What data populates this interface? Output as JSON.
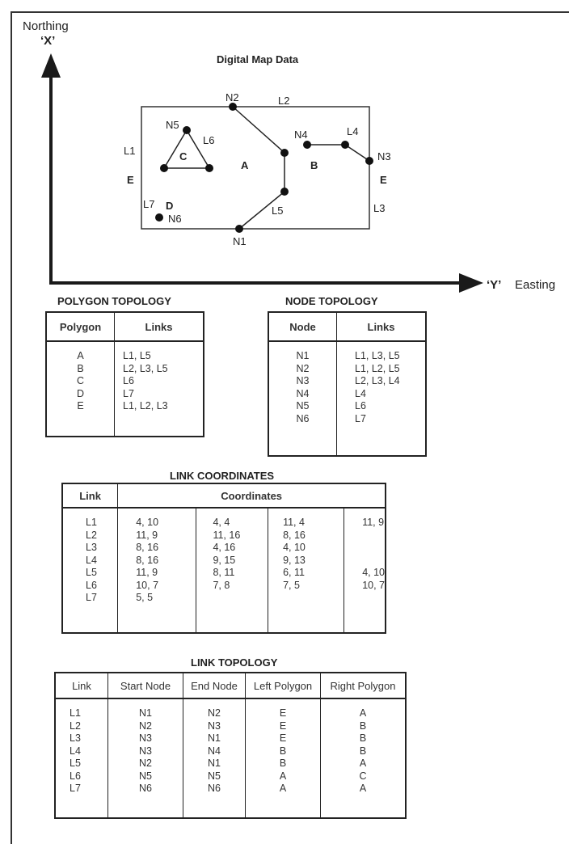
{
  "axes": {
    "northing_label": "Northing",
    "x_label": "‘X’",
    "y_label": "‘Y’",
    "easting_label": "Easting"
  },
  "map": {
    "title": "Digital Map Data",
    "nodes": [
      "N1",
      "N2",
      "N3",
      "N4",
      "N5",
      "N6"
    ],
    "links": [
      "L1",
      "L2",
      "L3",
      "L4",
      "L5",
      "L6",
      "L7"
    ],
    "polygons": [
      "A",
      "B",
      "C",
      "D",
      "E",
      "E"
    ]
  },
  "polygon_topology": {
    "title": "POLYGON  TOPOLOGY",
    "headers": [
      "Polygon",
      "Links"
    ],
    "rows": [
      [
        "A",
        "L1, L5"
      ],
      [
        "B",
        "L2, L3, L5"
      ],
      [
        "C",
        "L6"
      ],
      [
        "D",
        "L7"
      ],
      [
        "E",
        "L1, L2, L3"
      ]
    ]
  },
  "node_topology": {
    "title": "NODE  TOPOLOGY",
    "headers": [
      "Node",
      "Links"
    ],
    "rows": [
      [
        "N1",
        "L1, L3, L5"
      ],
      [
        "N2",
        "L1, L2, L5"
      ],
      [
        "N3",
        "L2, L3, L4"
      ],
      [
        "N4",
        "L4"
      ],
      [
        "N5",
        "L6"
      ],
      [
        "N6",
        "L7"
      ]
    ]
  },
  "link_coordinates": {
    "title": "LINK  COORDINATES",
    "headers": [
      "Link",
      "Coordinates"
    ],
    "rows": [
      [
        "L1",
        "4, 10",
        "4, 4",
        "11, 4",
        "11, 9"
      ],
      [
        "L2",
        "11, 9",
        "11, 16",
        "8, 16",
        ""
      ],
      [
        "L3",
        "8, 16",
        "4, 16",
        "4, 10",
        ""
      ],
      [
        "L4",
        "8, 16",
        "9, 15",
        "9, 13",
        ""
      ],
      [
        "L5",
        "11, 9",
        "8, 11",
        "6, 11",
        "4, 10"
      ],
      [
        "L6",
        "10, 7",
        "7, 8",
        "7, 5",
        "10, 7"
      ],
      [
        "L7",
        "5, 5",
        "",
        "",
        ""
      ]
    ]
  },
  "link_topology": {
    "title": "LINK  TOPOLOGY",
    "headers": [
      "Link",
      "Start Node",
      "End Node",
      "Left Polygon",
      "Right Polygon"
    ],
    "rows": [
      [
        "L1",
        "N1",
        "N2",
        "E",
        "A"
      ],
      [
        "L2",
        "N2",
        "N3",
        "E",
        "B"
      ],
      [
        "L3",
        "N3",
        "N1",
        "E",
        "B"
      ],
      [
        "L4",
        "N3",
        "N4",
        "B",
        "B"
      ],
      [
        "L5",
        "N2",
        "N1",
        "B",
        "A"
      ],
      [
        "L6",
        "N5",
        "N5",
        "A",
        "C"
      ],
      [
        "L7",
        "N6",
        "N6",
        "A",
        "A"
      ]
    ]
  }
}
